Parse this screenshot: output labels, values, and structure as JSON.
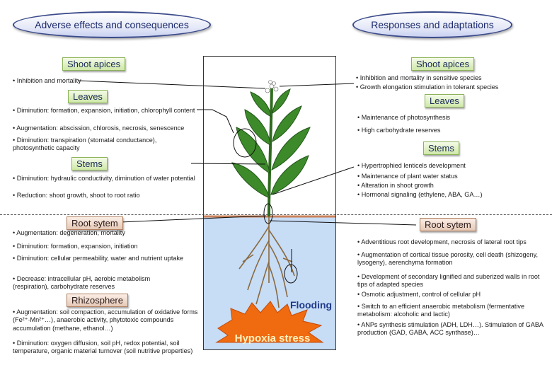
{
  "headers": {
    "left": "Adverse effects and consequences",
    "right": "Responses and adaptations"
  },
  "left": {
    "shoot_apices": {
      "label": "Shoot apices",
      "items": [
        "• Inhibition and mortality"
      ]
    },
    "leaves": {
      "label": "Leaves",
      "items": [
        "• Diminution: formation, expansion, initiation, chlorophyll content",
        "• Augmentation: abscission, chlorosis, necrosis, senescence",
        "• Diminution: transpiration (stomatal conductance), photosynthetic capacity"
      ]
    },
    "stems": {
      "label": "Stems",
      "items": [
        "• Diminution: hydraulic conductivity, diminution of water potential",
        "• Reduction: shoot growth, shoot to root ratio"
      ]
    },
    "root": {
      "label": "Root sytem",
      "items": [
        "• Augmentation: degeneration, mortality",
        "• Diminution: formation, expansion, initiation",
        "• Diminution: cellular permeability, water and nutrient uptake",
        "• Decrease: intracellular pH, aerobic metabolism (respiration), carbohydrate reserves"
      ]
    },
    "rhizosphere": {
      "label": "Rhizosphere",
      "items": [
        "• Augmentation: soil compaction, accumulation of oxidative forms (Fe²⁺·Mn²⁺…), anaerobic activity, phytotoxic compounds accumulation (methane, ethanol…)",
        "• Diminution: oxygen diffusion, soil pH, redox potential, soil temperature, organic material turnover (soil nutritive properties)"
      ]
    }
  },
  "right": {
    "shoot_apices": {
      "label": "Shoot apices",
      "items": [
        "• Inhibition and mortality in sensitive species",
        "• Growth elongation stimulation in tolerant species"
      ]
    },
    "leaves": {
      "label": "Leaves",
      "items": [
        "• Maintenance of photosynthesis",
        "• High carbohydrate reserves"
      ]
    },
    "stems": {
      "label": "Stems",
      "items": [
        "• Hypertrophied lenticels development",
        "• Maintenance of plant water status",
        "• Alteration in shoot growth",
        "• Hormonal signaling (ethylene, ABA, GA…)"
      ]
    },
    "root": {
      "label": "Root sytem",
      "items": [
        "• Adventitious root development, necrosis of lateral root tips",
        "• Augmentation of cortical tissue porosity, cell death (shizogeny, lysogeny), aerenchyma formation",
        "• Development of secondary lignified and suberized walls in root tips of adapted species",
        "• Osmotic adjustment, control of cellular pH",
        "• Switch to an efficient anaerobic metabolism (fermentative metabolism: alcoholic and lactic)",
        "• ANPs synthesis stimulation (ADH, LDH…). Stimulation of GABA production (GAD, GABA, ACC synthase)…"
      ]
    }
  },
  "center": {
    "flooding": "Flooding",
    "hypoxia": "Hypoxia stress"
  },
  "colors": {
    "water": "#c7dcf5",
    "leaf": "#3d8a2a",
    "burst": "#f06a10",
    "ellipse_border": "#3a4a8a"
  }
}
